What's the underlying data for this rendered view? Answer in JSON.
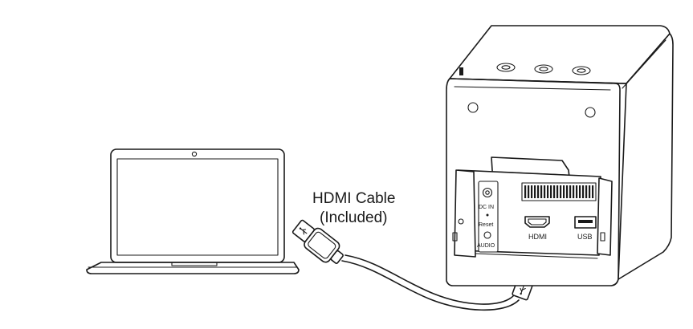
{
  "labels": {
    "cable_line1": "HDMI Cable",
    "cable_line2": "(Included)",
    "port_dc_in": "DC IN",
    "port_reset": "Reset",
    "port_audio": "AUDIO",
    "port_hdmi": "HDMI",
    "port_usb": "USB"
  },
  "icons": {
    "laptop": "laptop-icon",
    "projector": "projector-device-icon",
    "cable": "hdmi-cable-icon",
    "usb_symbol": "usb-symbol-icon"
  },
  "colors": {
    "line": "#1a1a1a",
    "background": "#ffffff"
  }
}
